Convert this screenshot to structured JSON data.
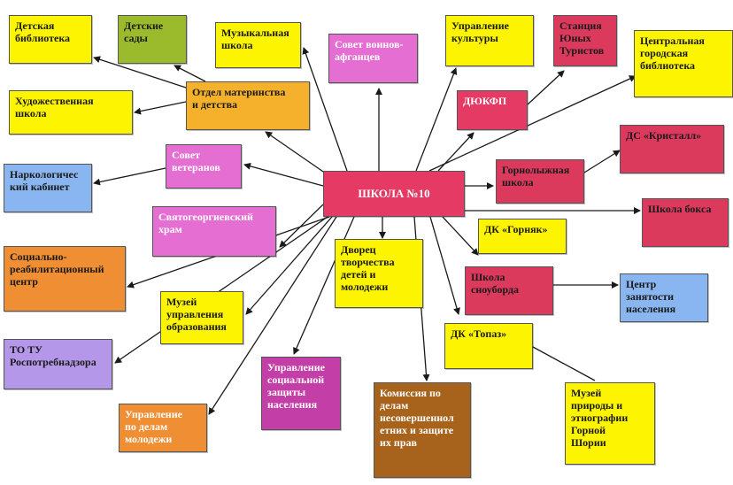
{
  "colors": {
    "line": "#1a1a1a",
    "yellow": "#fcf400",
    "green": "#9cbb2c",
    "orange": "#f6b12c",
    "pink": "#e56ed3",
    "blue": "#89b6f0",
    "orange2": "#f08e34",
    "lilac": "#b497e9",
    "red": "#e53a63",
    "magenta": "#c33ea6",
    "olive": "#a7621c",
    "crimson": "#dc3a5c"
  },
  "nodes": [
    {
      "id": "school",
      "label": "ШКОЛА №10"
    },
    {
      "id": "children_library",
      "label": "Детская\nбиблиотека"
    },
    {
      "id": "kindergartens",
      "label": "Детские\nсады"
    },
    {
      "id": "music_school",
      "label": "Музыкальная\nшкола"
    },
    {
      "id": "afghan_council",
      "label": "Совет воинов-\nафганцев"
    },
    {
      "id": "culture_dept",
      "label": "Управление\nкультуры"
    },
    {
      "id": "young_tourists",
      "label": "Станция\nЮных\nТуристов"
    },
    {
      "id": "central_library",
      "label": "Центральная\nгородская\nбиблиотека"
    },
    {
      "id": "art_school",
      "label": "Художественная\nшкола"
    },
    {
      "id": "maternity_dept",
      "label": "Отдел материнства\nи детства"
    },
    {
      "id": "dyukfp",
      "label": "ДЮКФП"
    },
    {
      "id": "ds_crystal",
      "label": "ДС «Кристалл»"
    },
    {
      "id": "veterans_council",
      "label": "Совет\nветеранов"
    },
    {
      "id": "narcology",
      "label": "Наркологичес\nкий кабинет"
    },
    {
      "id": "ski_school",
      "label": "Горнолыжная\nшкола"
    },
    {
      "id": "boxing_school",
      "label": "Школа бокса"
    },
    {
      "id": "st_george_church",
      "label": "Святогеоргиевский\nхрам"
    },
    {
      "id": "dk_gornyak",
      "label": "ДК «Горняк»"
    },
    {
      "id": "youth_palace",
      "label": "Дворец\nтворчества\nдетей и\nмолодежи"
    },
    {
      "id": "rehab_center",
      "label": "Социально-\nреабилитационный\nцентр"
    },
    {
      "id": "snowboard_school",
      "label": "Школа\nсноуборда"
    },
    {
      "id": "employment_center",
      "label": "Центр\nзанятости\nнаселения"
    },
    {
      "id": "education_museum",
      "label": "Музей\nуправления\nобразования"
    },
    {
      "id": "rospotrebnadzor",
      "label": "ТО ТУ\nРоспотребнадзора"
    },
    {
      "id": "dk_topaz",
      "label": "ДК «Топаз»"
    },
    {
      "id": "social_protection",
      "label": "Управление\nсоциальной\nзащиты\nнаселения"
    },
    {
      "id": "minors_commission",
      "label": "Комиссия по\nделам\nнесовершеннол\nетних и защите\nих прав"
    },
    {
      "id": "museum_nature",
      "label": "Музей\nприроды и\nэтнографии\nГорной\nШории"
    },
    {
      "id": "youth_affairs",
      "label": "Управление\nпо делам\nмолодежи"
    }
  ]
}
